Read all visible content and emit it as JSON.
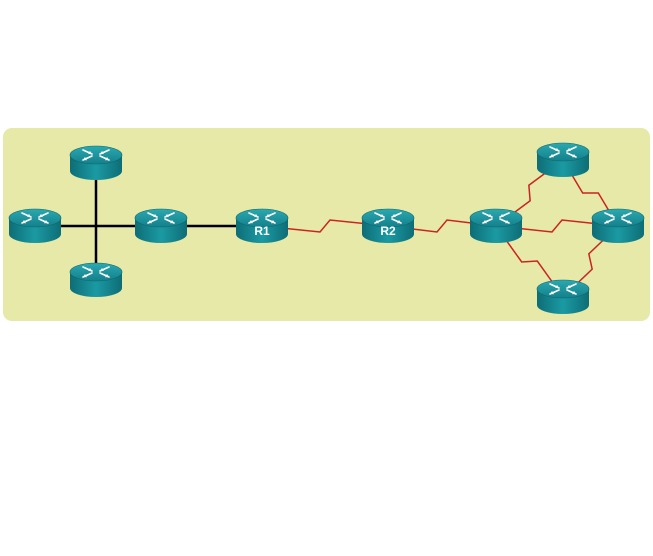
{
  "diagram": {
    "background_color": "#e6e9a7",
    "ethernet_color": "#000000",
    "serial_color": "#cc2222",
    "router_color": "#148b94",
    "routers": [
      {
        "id": "left-top",
        "label": ""
      },
      {
        "id": "left-far",
        "label": ""
      },
      {
        "id": "left-hub",
        "label": ""
      },
      {
        "id": "left-bottom",
        "label": ""
      },
      {
        "id": "r1",
        "label": "R1"
      },
      {
        "id": "r2",
        "label": "R2"
      },
      {
        "id": "right-hub",
        "label": ""
      },
      {
        "id": "right-top",
        "label": ""
      },
      {
        "id": "right-far",
        "label": ""
      },
      {
        "id": "right-bottom",
        "label": ""
      }
    ],
    "links": [
      {
        "from": "left-top",
        "to": "left-bottom",
        "type": "ethernet"
      },
      {
        "from": "left-far",
        "to": "r1",
        "type": "ethernet"
      },
      {
        "from": "r1",
        "to": "r2",
        "type": "serial"
      },
      {
        "from": "r2",
        "to": "right-hub",
        "type": "serial"
      },
      {
        "from": "right-hub",
        "to": "right-top",
        "type": "serial"
      },
      {
        "from": "right-hub",
        "to": "right-far",
        "type": "serial"
      },
      {
        "from": "right-hub",
        "to": "right-bottom",
        "type": "serial"
      },
      {
        "from": "right-top",
        "to": "right-far",
        "type": "serial"
      },
      {
        "from": "right-far",
        "to": "right-bottom",
        "type": "serial"
      }
    ]
  }
}
